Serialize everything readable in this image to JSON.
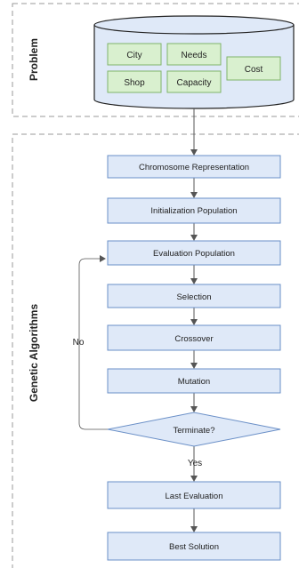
{
  "panels": {
    "problem": "Problem",
    "genetic": "Genetic Algorithms"
  },
  "database": {
    "items": [
      "City",
      "Needs",
      "Shop",
      "Capacity",
      "Cost"
    ]
  },
  "steps": [
    "Chromosome Representation",
    "Initialization Population",
    "Evaluation Population",
    "Selection",
    "Crossover",
    "Mutation"
  ],
  "decision": "Terminate?",
  "branch": {
    "no": "No",
    "yes": "Yes"
  },
  "final_steps": [
    "Last Evaluation",
    "Best Solution"
  ],
  "colors": {
    "box_fill": "#dfe9f8",
    "box_stroke": "#6a8fc7",
    "item_fill": "#d9f0cf",
    "item_stroke": "#7fb36a",
    "db_fill": "#dfe9f8",
    "db_stroke": "#222222",
    "dash": "#999999",
    "arrow": "#555555"
  }
}
